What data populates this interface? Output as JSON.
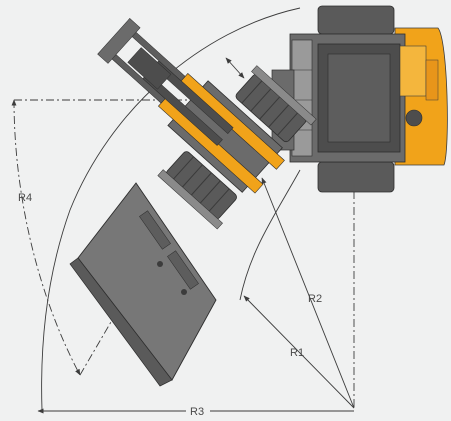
{
  "diagram": {
    "labels": {
      "r1": "R1",
      "r2": "R2",
      "r3": "R3",
      "r4": "R4"
    },
    "colors": {
      "background": "#f0f1f1",
      "machine_orange": "#f1a31a",
      "machine_dark": "#4d4d4d",
      "machine_mid": "#6b6b6b",
      "machine_light": "#9a9a9a",
      "tire": "#5a5a5a",
      "dimension_line": "#3c3c3c",
      "bucket": "#777777"
    }
  }
}
